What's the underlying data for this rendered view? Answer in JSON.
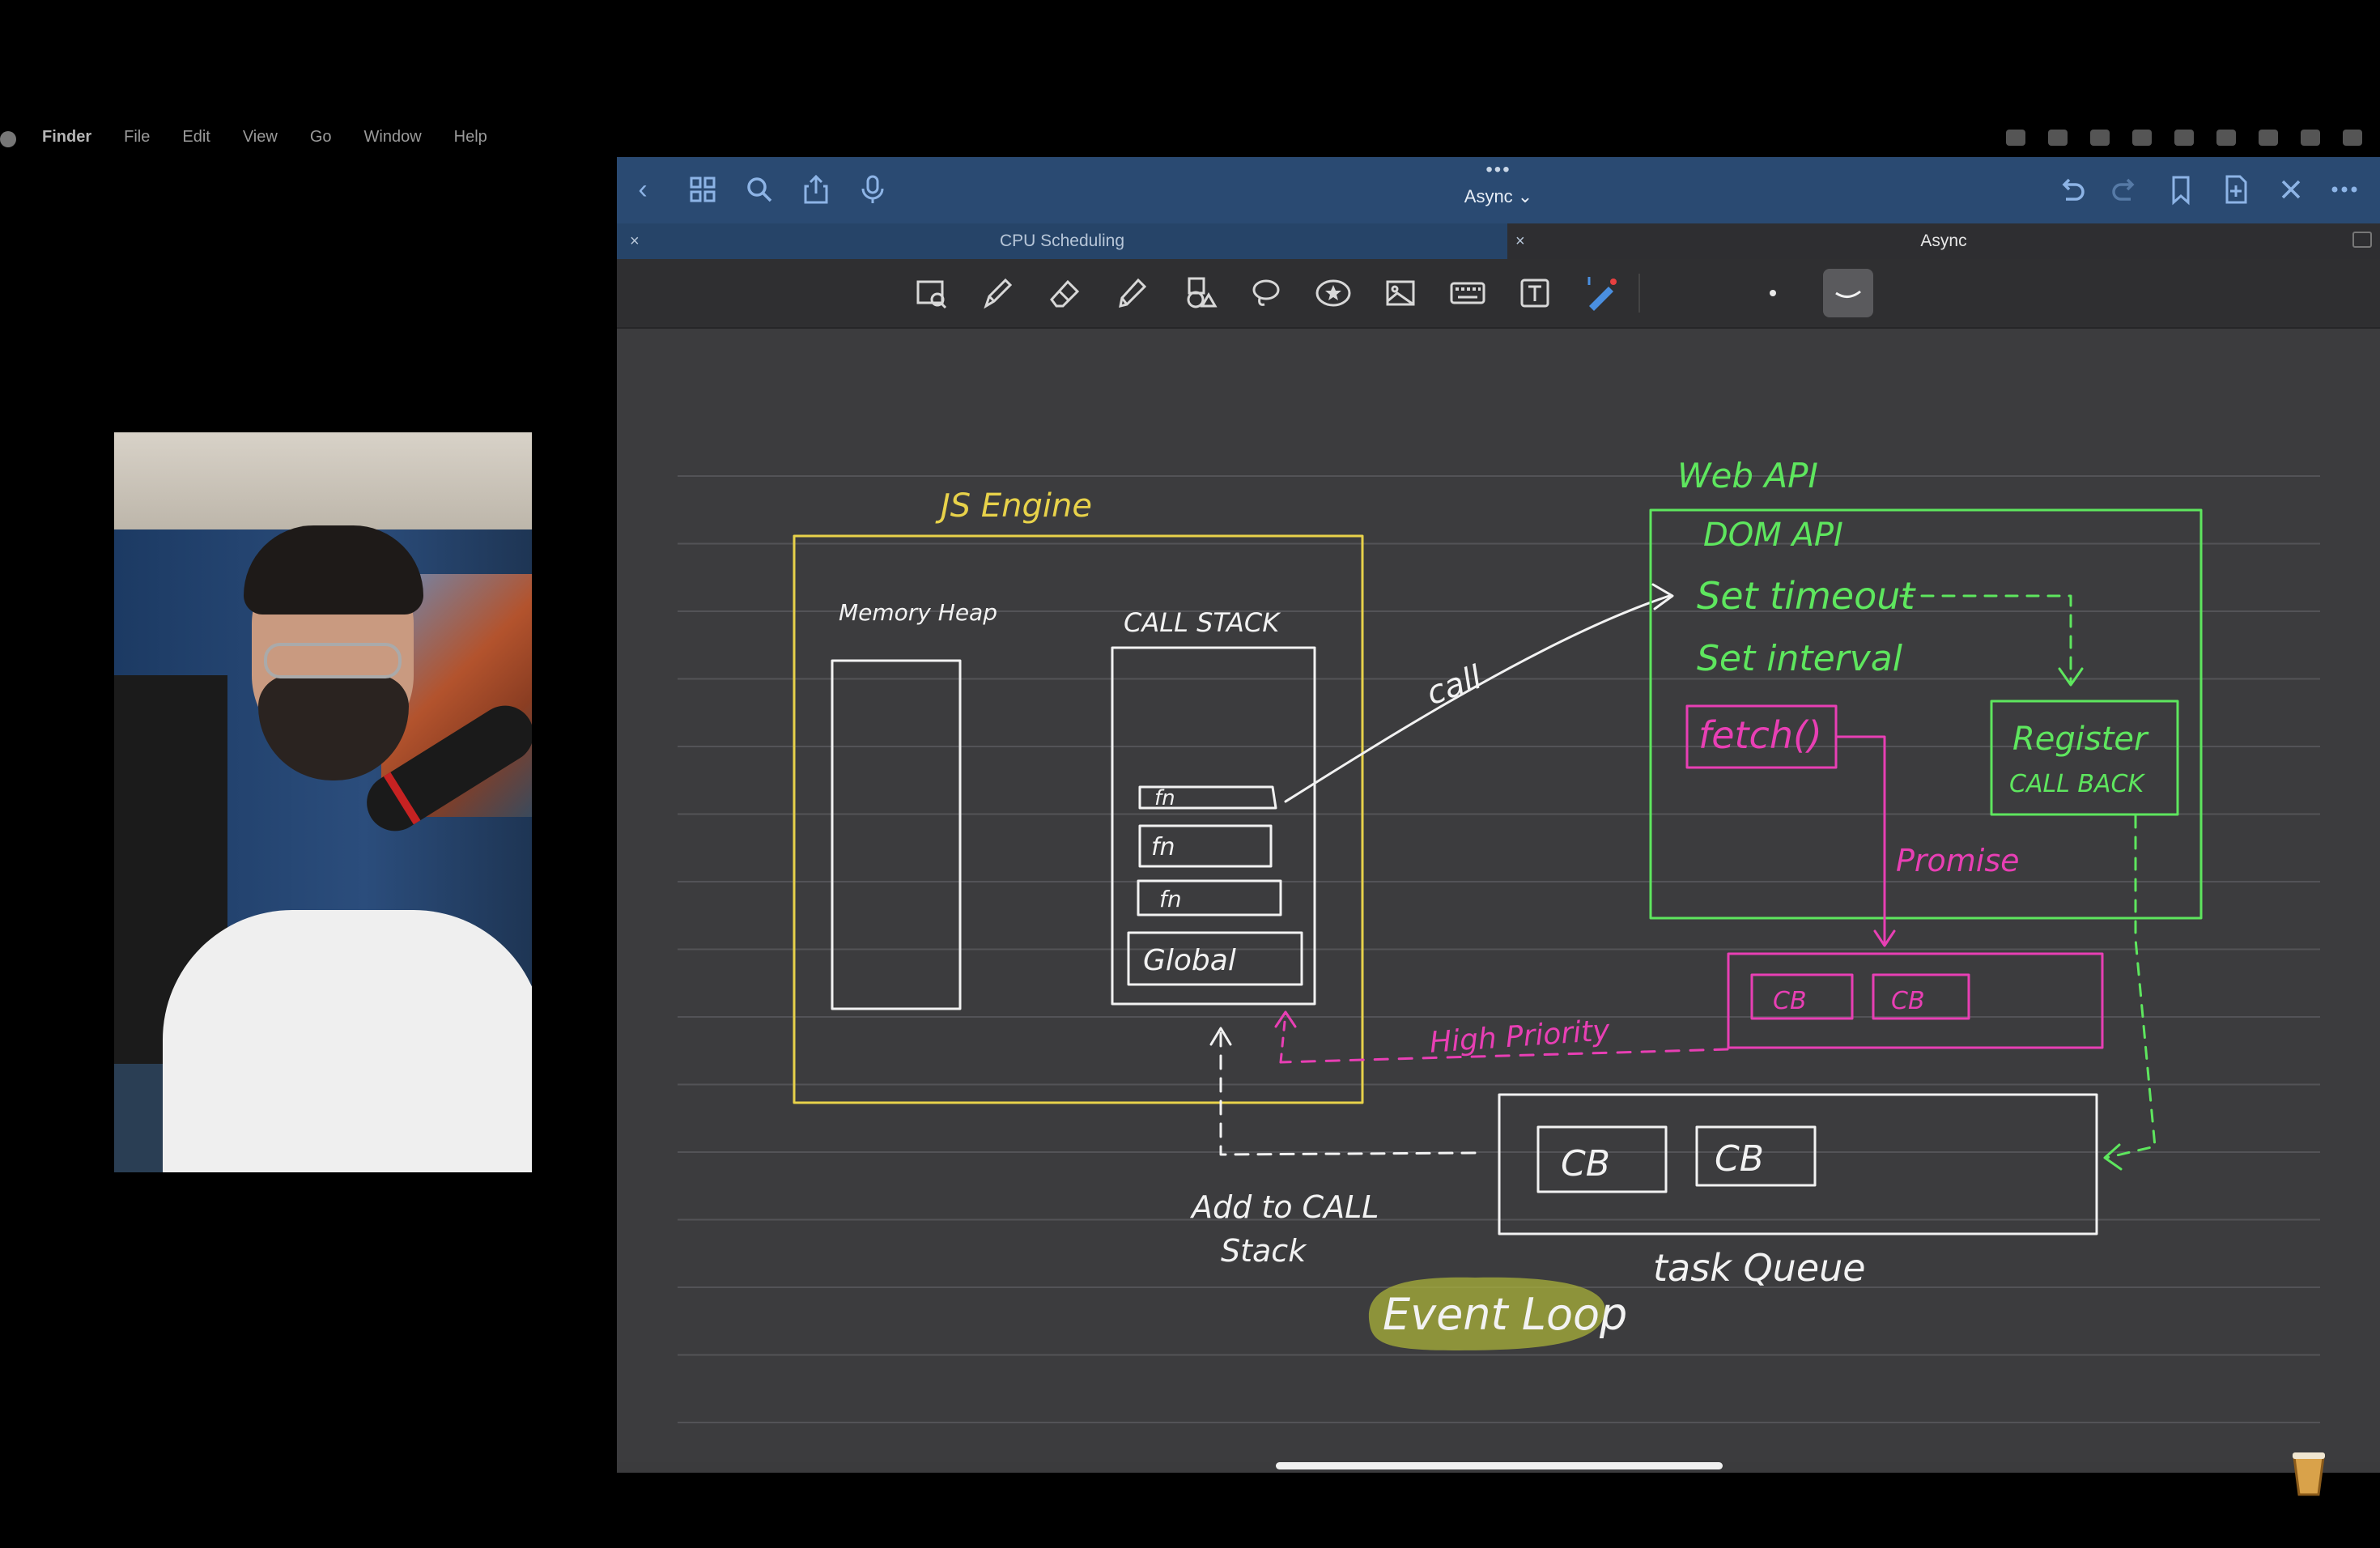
{
  "menubar": {
    "items": [
      "Finder",
      "File",
      "Edit",
      "View",
      "Go",
      "Window",
      "Help"
    ]
  },
  "app": {
    "document_title": "Async",
    "tabs": [
      {
        "label": "CPU Scheduling",
        "active": false
      },
      {
        "label": "Async",
        "active": true
      }
    ],
    "accent_color": "#2a4a72"
  },
  "toolbar": {
    "tools": [
      "zoom-window",
      "pen",
      "eraser",
      "highlighter",
      "shapes",
      "lasso",
      "sticker",
      "image",
      "keyboard",
      "text",
      "laser-pointer"
    ]
  },
  "diagram": {
    "js_engine": {
      "title": "JS Engine",
      "memory_heap": "Memory Heap",
      "call_stack": "CALL STACK",
      "frames": [
        "fn",
        "fn",
        "fn",
        "Global"
      ]
    },
    "web_api": {
      "title": "Web API",
      "items": [
        "DOM API",
        "Set timeout",
        "Set interval",
        "fetch()"
      ],
      "register": [
        "Register",
        "CALL BACK"
      ]
    },
    "call_label": "call",
    "promise_label": "Promise",
    "microtask_queue": [
      "CB",
      "CB"
    ],
    "high_priority": "High Priority",
    "task_queue": {
      "title": "task Queue",
      "items": [
        "CB",
        "CB"
      ]
    },
    "add_to_call_stack": [
      "Add to CALL",
      "Stack"
    ],
    "event_loop": "Event Loop",
    "colors": {
      "engine": "#e8d24a",
      "webapi": "#5ee65e",
      "fetch": "#e83fb4",
      "stroke": "#f2f2f2",
      "event_loop_highlight": "#a8b03a"
    }
  }
}
